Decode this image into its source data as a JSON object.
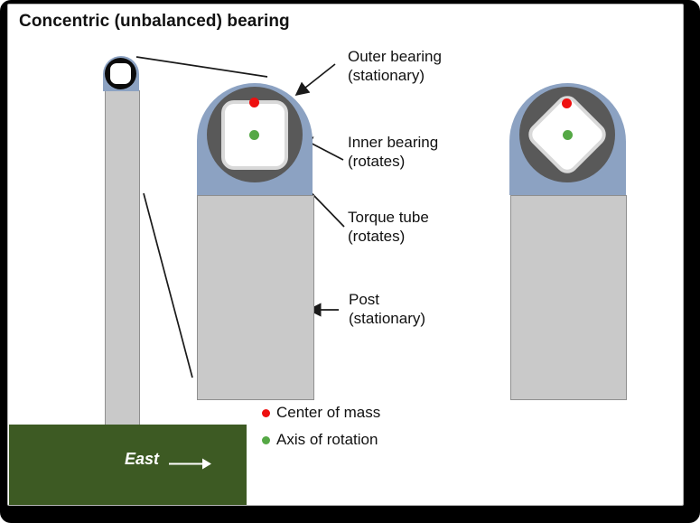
{
  "title": "Concentric (unbalanced) bearing",
  "labels": {
    "outer_bearing": {
      "line1": "Outer bearing",
      "line2": "(stationary)"
    },
    "inner_bearing": {
      "line1": "Inner bearing",
      "line2": "(rotates)"
    },
    "torque_tube": {
      "line1": "Torque tube",
      "line2": "(rotates)"
    },
    "post": {
      "line1": "Post",
      "line2": "(stationary)"
    }
  },
  "legend": {
    "center_of_mass": "Center of mass",
    "axis_of_rotation": "Axis of rotation"
  },
  "base": {
    "direction_label": "East"
  },
  "colors": {
    "outer_bearing": "#8CA2C2",
    "inner_bearing_ring": "#595959",
    "torque_tube": "#FFFFFF",
    "bearing_edge": "#D9D9D9",
    "post_fill": "#C9C9C9",
    "post_border": "#8F8F8F",
    "base_green": "#3D5A23",
    "center_of_mass": "#EE1010",
    "axis_of_rotation": "#55A845",
    "annotation": "#1A1A1A"
  }
}
